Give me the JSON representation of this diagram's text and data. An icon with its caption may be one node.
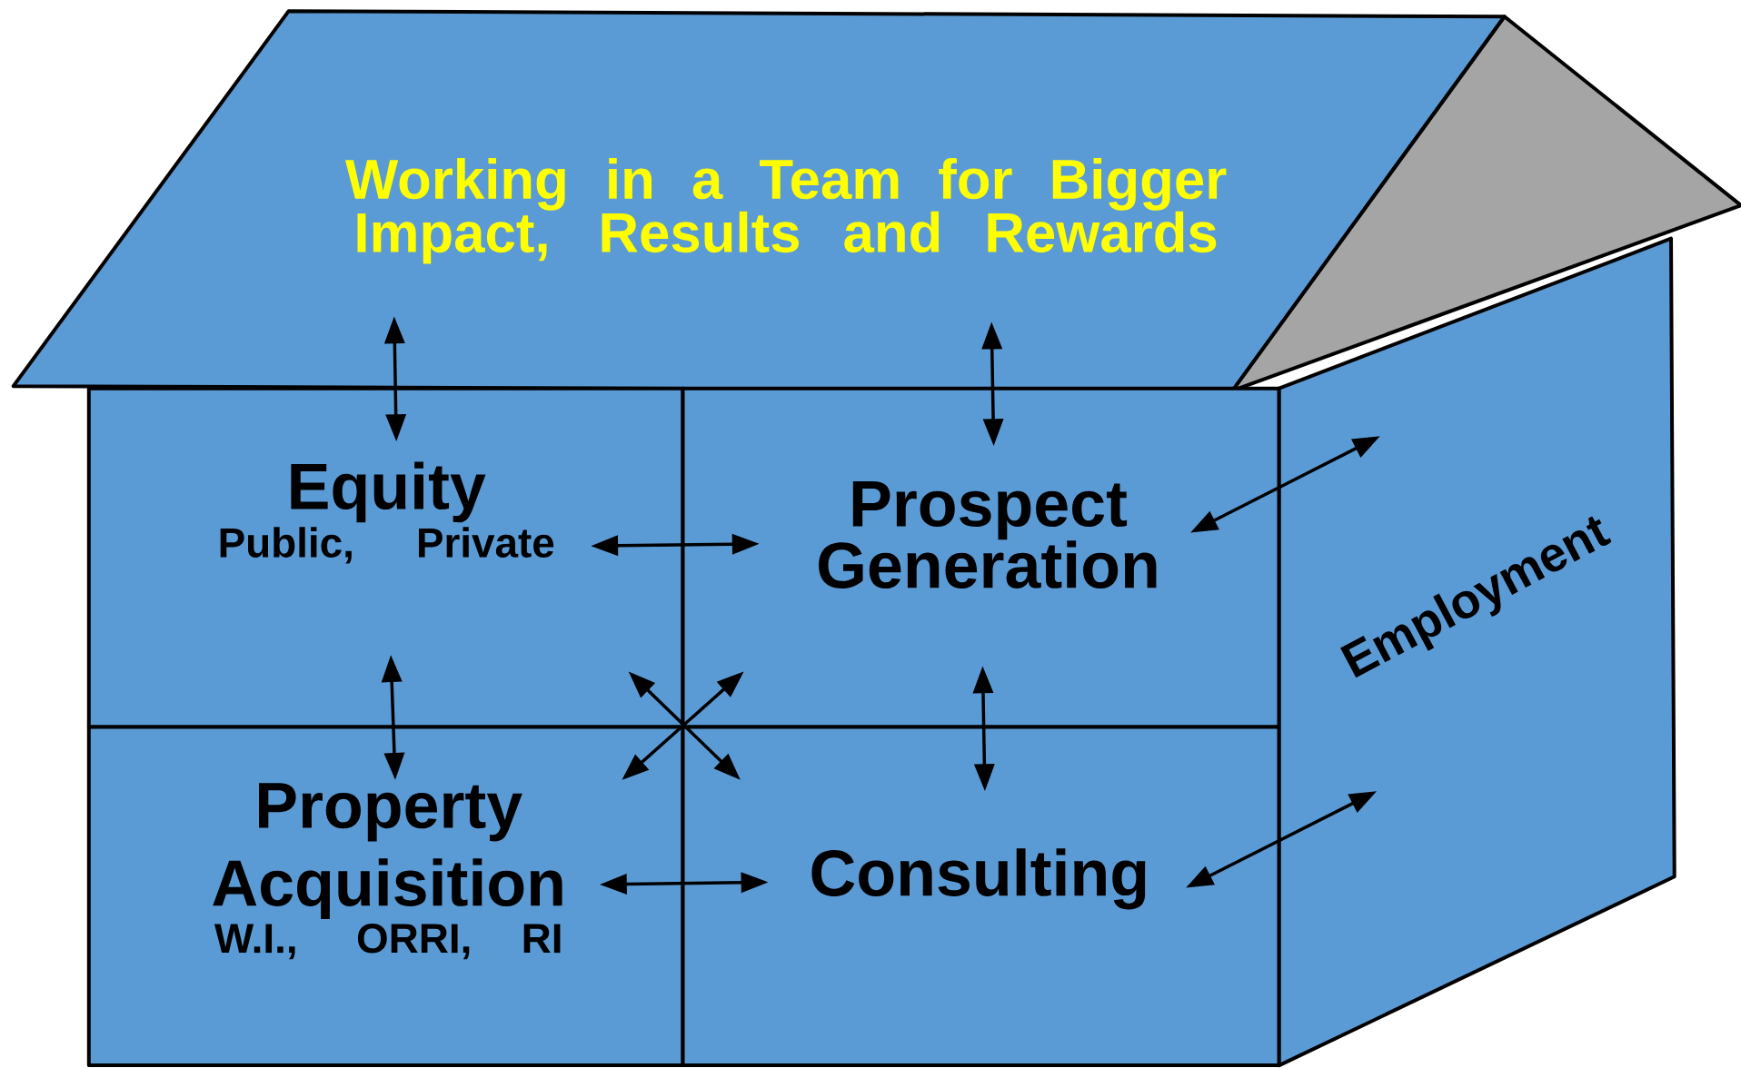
{
  "diagram": {
    "nodes": [
      {
        "text": [
          "Working in a Team for Bigger Impact, Results and Rewards"
        ]
      },
      {
        "text": [
          "Equity",
          "Public, Private"
        ]
      },
      {
        "text": [
          "Prospect Generation"
        ]
      },
      {
        "text": [
          "Property Acquisition",
          "W.I., ORRI, RI"
        ]
      },
      {
        "text": [
          "Consulting"
        ]
      },
      {
        "text": [
          "Employment"
        ]
      }
    ],
    "edges": [
      {
        "from": 0,
        "to": 1,
        "arrow": "both"
      },
      {
        "from": 0,
        "to": 2,
        "arrow": "both"
      },
      {
        "from": 1,
        "to": 2,
        "arrow": "both"
      },
      {
        "from": 1,
        "to": 3,
        "arrow": "both"
      },
      {
        "from": 2,
        "to": 4,
        "arrow": "both"
      },
      {
        "from": 3,
        "to": 4,
        "arrow": "both"
      },
      {
        "from": 1,
        "to": 4,
        "arrow": "both"
      },
      {
        "from": 2,
        "to": 3,
        "arrow": "both"
      },
      {
        "from": 5,
        "to": 2,
        "arrow": "both"
      },
      {
        "from": 5,
        "to": 4,
        "arrow": "both"
      }
    ]
  }
}
